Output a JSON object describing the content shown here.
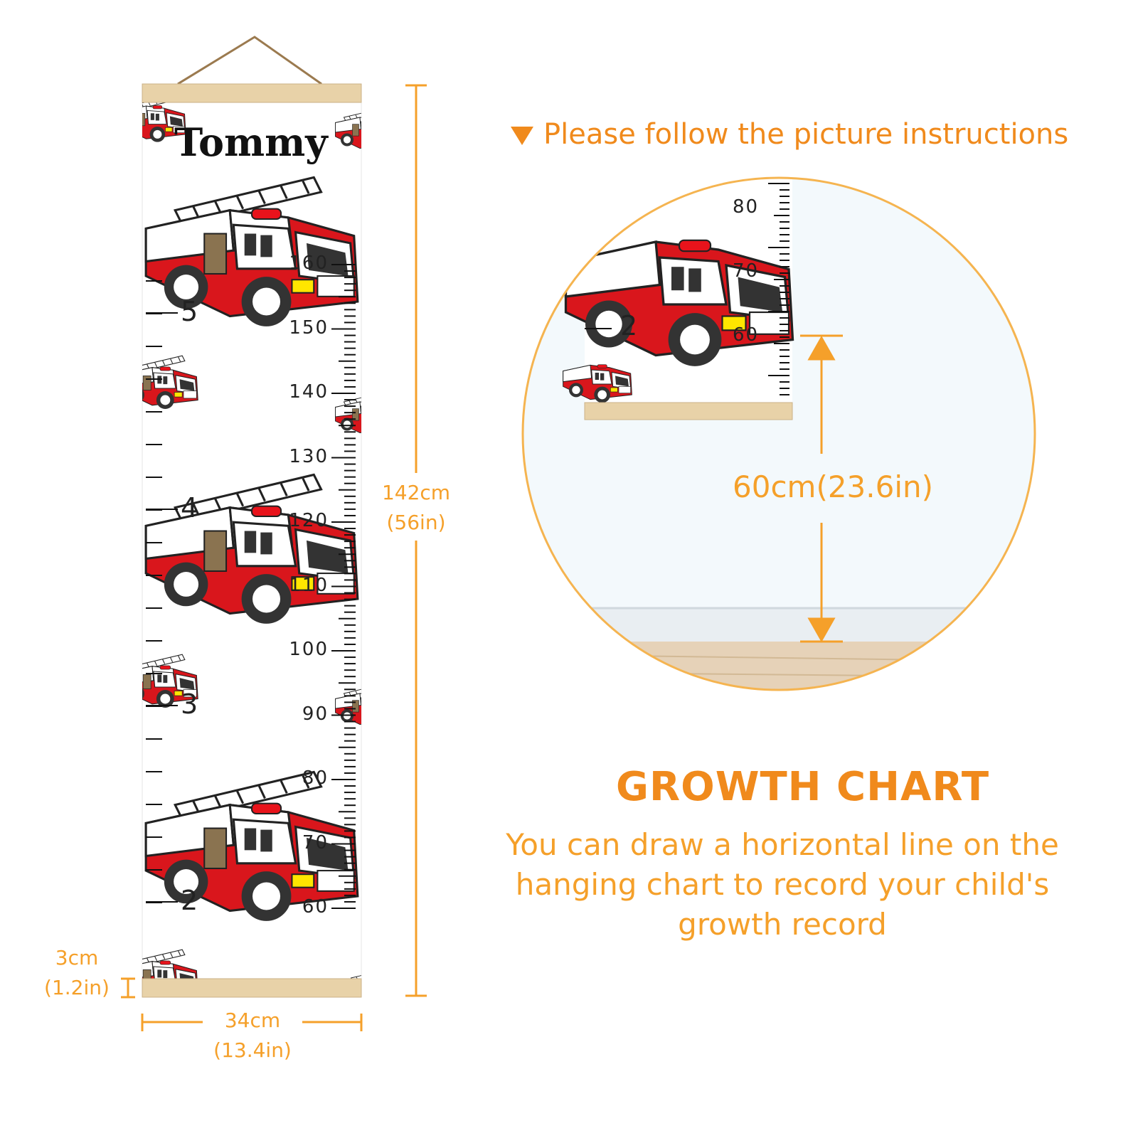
{
  "banner": {
    "name": "Tommy",
    "cm_marks": [
      "160",
      "150",
      "140",
      "130",
      "120",
      "110",
      "100",
      "90",
      "80",
      "70",
      "60"
    ],
    "age_marks": [
      "5",
      "4",
      "3",
      "2"
    ]
  },
  "dimensions": {
    "height_cm": "142cm",
    "height_in": "(56in)",
    "width_cm": "34cm",
    "width_in": "(13.4in)",
    "rod_cm": "3cm",
    "rod_in": "(1.2in)"
  },
  "instructions": {
    "text": "Please follow the picture instructions",
    "marker_icon": "triangle-down-icon",
    "distance_label": "60cm(23.6in)",
    "inset_cm_marks": [
      "80",
      "70",
      "60"
    ],
    "inset_age_mark": "2"
  },
  "growth": {
    "title": "GROWTH CHART",
    "line1": "You can draw a horizontal line on the",
    "line2": "hanging chart to record your child's",
    "line3": "growth record"
  },
  "colors": {
    "accent": "#F08A1C",
    "accent_light": "#F5A02A",
    "truck_red": "#D9161C",
    "wood": "#E8D2A8"
  }
}
